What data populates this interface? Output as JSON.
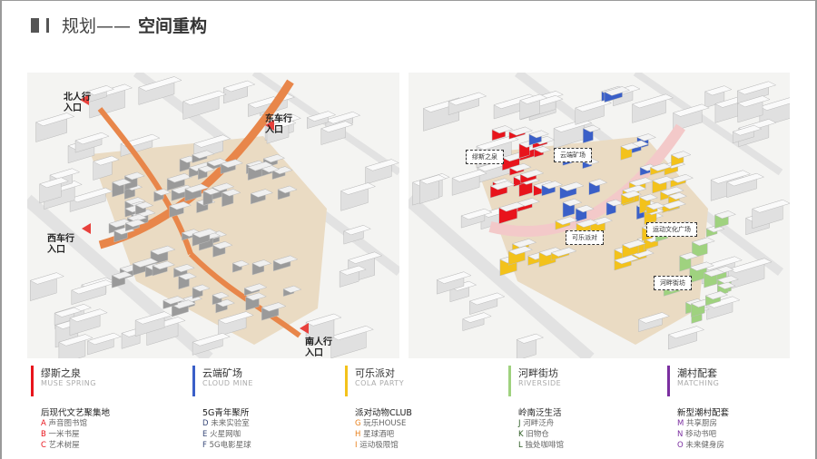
{
  "title": {
    "prefix": "规划——",
    "main": "空间重构"
  },
  "left_map": {
    "entrances": {
      "north": "北人行\n入口",
      "east": "东车行\n入口",
      "west": "西车行\n入口",
      "south": "南人行\n入口"
    }
  },
  "right_map": {
    "zones": [
      "缪斯之泉",
      "云端矿场",
      "可乐派对",
      "运动文化广场",
      "河畔街坊"
    ]
  },
  "legend": [
    {
      "name": "缪斯之泉",
      "en": "MUSE SPRING",
      "color": "#e8141c",
      "subtitle": "后现代文艺聚集地",
      "items": [
        {
          "k": "A",
          "v": "声音图书馆"
        },
        {
          "k": "B",
          "v": "一米书屋"
        },
        {
          "k": "C",
          "v": "艺术树屋"
        }
      ]
    },
    {
      "name": "云端矿场",
      "en": "CLOUD MINE",
      "color": "#3a5fc8",
      "subtitle": "5G青年聚所",
      "items": [
        {
          "k": "D",
          "v": "未来实验室"
        },
        {
          "k": "E",
          "v": "火星网咖"
        },
        {
          "k": "F",
          "v": "5G电影星球"
        }
      ]
    },
    {
      "name": "可乐派对",
      "en": "COLA PARTY",
      "color": "#f3c21b",
      "subtitle": "派对动物CLUB",
      "items": [
        {
          "k": "G",
          "v": "玩乐HOUSE"
        },
        {
          "k": "H",
          "v": "星球酒吧"
        },
        {
          "k": "I",
          "v": "运动极限馆"
        }
      ]
    },
    {
      "name": "河畔街坊",
      "en": "RIVERSIDE",
      "color": "#9fd27f",
      "subtitle": "岭南泛生活",
      "items": [
        {
          "k": "J",
          "v": "河畔泛舟"
        },
        {
          "k": "K",
          "v": "旧物仓"
        },
        {
          "k": "L",
          "v": "独处咖啡馆"
        }
      ]
    },
    {
      "name": "潮村配套",
      "en": "MATCHING",
      "color": "#7b2fa0",
      "subtitle": "新型潮村配套",
      "items": [
        {
          "k": "M",
          "v": "共享厨房"
        },
        {
          "k": "N",
          "v": "移动书吧"
        },
        {
          "k": "O",
          "v": "未来健身房"
        }
      ]
    }
  ],
  "item_key_colors": [
    "#e8141c",
    "#3a4a7a",
    "#e8801c",
    "#2a5a20",
    "#7b2fa0"
  ]
}
